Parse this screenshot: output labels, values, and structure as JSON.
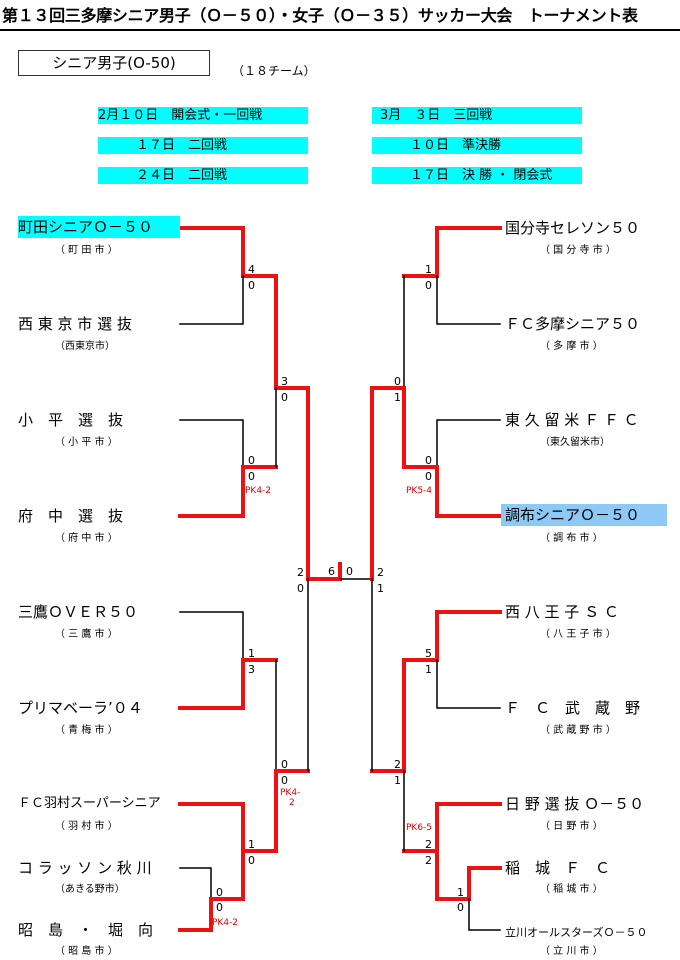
{
  "header": {
    "title": "第１３回三多摩シニア男子（Ｏ－５０）・女子（Ｏ－３５）サッカー大会　トーナメント表",
    "category": "シニア男子(O-50)",
    "team_count": "（１８チーム）"
  },
  "schedule": [
    "2月１０日　開会式・一回戦",
    "１７日　二回戦",
    "２４日　二回戦",
    "3月　３日　三回戦",
    "１０日　準決勝",
    "１７日　決 勝 ・ 閉会式"
  ],
  "left_teams": [
    {
      "name": "町田シニアＯ－５０",
      "city": "（ 町 田 市 ）"
    },
    {
      "name": "西 東 京 市 選 抜",
      "city": "（西東京市）"
    },
    {
      "name": "小　平　選　抜",
      "city": "（ 小 平 市 ）"
    },
    {
      "name": "府　中　選　抜",
      "city": "（ 府 中 市 ）"
    },
    {
      "name": "三鷹ＯＶＥＲ５０",
      "city": "（ 三 鷹 市 ）"
    },
    {
      "name": "プリマベーラ’０４",
      "city": "（ 青 梅 市 ）"
    },
    {
      "name": "ＦＣ羽村スーパーシニア",
      "city": "（ 羽 村 市 ）"
    },
    {
      "name": "コ ラ ッ ソ ン 秋 川",
      "city": "（あきる野市）"
    },
    {
      "name": "昭　島　・　堀　向",
      "city": "（ 昭 島 市 ）"
    }
  ],
  "right_teams": [
    {
      "name": "国分寺セレソン５０",
      "city": "（ 国 分 寺 市 ）"
    },
    {
      "name": "ＦＣ多摩シニア５０",
      "city": "（ 多 摩 市 ）"
    },
    {
      "name": "東 久 留 米 Ｆ Ｆ Ｃ",
      "city": "（東久留米市）"
    },
    {
      "name": "調布シニアＯ－５０",
      "city": "（ 調 布 市 ）"
    },
    {
      "name": "西 八 王 子 Ｓ Ｃ",
      "city": "（ 八 王 子 市 ）"
    },
    {
      "name": "Ｆ　Ｃ　武　蔵　野",
      "city": "（ 武 蔵 野 市 ）"
    },
    {
      "name": "日 野 選 抜 Ｏ－５０",
      "city": "（ 日 野 市 ）"
    },
    {
      "name": "稲　城　Ｆ　Ｃ",
      "city": "（ 稲 城 市 ）"
    },
    {
      "name": "立川オールスターズＯ－５０",
      "city": "（ 立 川 市 ）"
    }
  ],
  "scores": {
    "l_machida": "4",
    "l_nishitokyo": "0",
    "l_kodaira": "0",
    "l_fuchu": "0",
    "l_pk1": "PK4-2",
    "l_sf_top": "3",
    "l_sf_bot": "0",
    "l_mitaka": "1",
    "l_prima": "3",
    "l_akishima_a": "0",
    "l_akishima_b": "0",
    "l_pk_akishima": "PK4-2",
    "l_hamura": "1",
    "l_hamura_b": "0",
    "l_q_top": "0",
    "l_q_bot": "0",
    "l_pk_q1": "PK4-",
    "l_pk_q2": "2",
    "l_semi_top": "2",
    "l_semi_bot": "0",
    "final_left": "6",
    "final_right": "0",
    "r_kokubunji": "1",
    "r_tama": "0",
    "r_sf_top": "0",
    "r_sf_bot": "1",
    "r_higashi": "0",
    "r_chofu": "0",
    "r_pk1": "PK5-4",
    "r_semi_top": "2",
    "r_semi_bot": "1",
    "r_nishi": "5",
    "r_musashino": "1",
    "r_q_top": "2",
    "r_q_bot": "1",
    "r_hino": "2",
    "r_hino_b": "2",
    "r_pk_hino": "PK6-5",
    "r_inagi": "1",
    "r_tachikawa": "0"
  },
  "colors": {
    "winner_line": "#ee1111",
    "normal_line": "#000000",
    "highlight_cyan": "#00ffff",
    "highlight_blue": "#8ec8f5"
  }
}
